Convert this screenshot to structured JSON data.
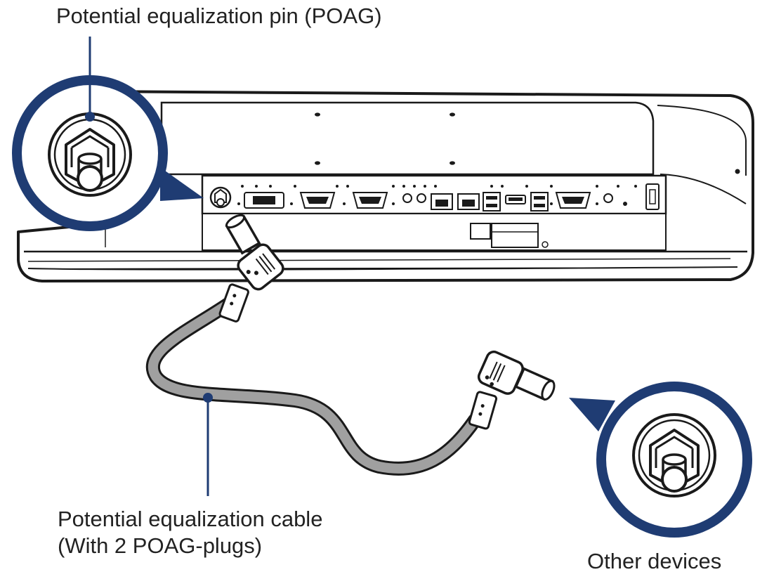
{
  "labels": {
    "pin": "Potential equalization pin (POAG)",
    "cable_line1": "Potential equalization cable",
    "cable_line2": "(With 2 POAG-plugs)",
    "other_devices": "Other devices"
  },
  "colors": {
    "callout_navy": "#1f3c73",
    "cable_gray": "#a0a0a0",
    "line_black": "#1a1a1a"
  },
  "icons": [
    "poag-pin-icon",
    "poag-pin-icon"
  ]
}
